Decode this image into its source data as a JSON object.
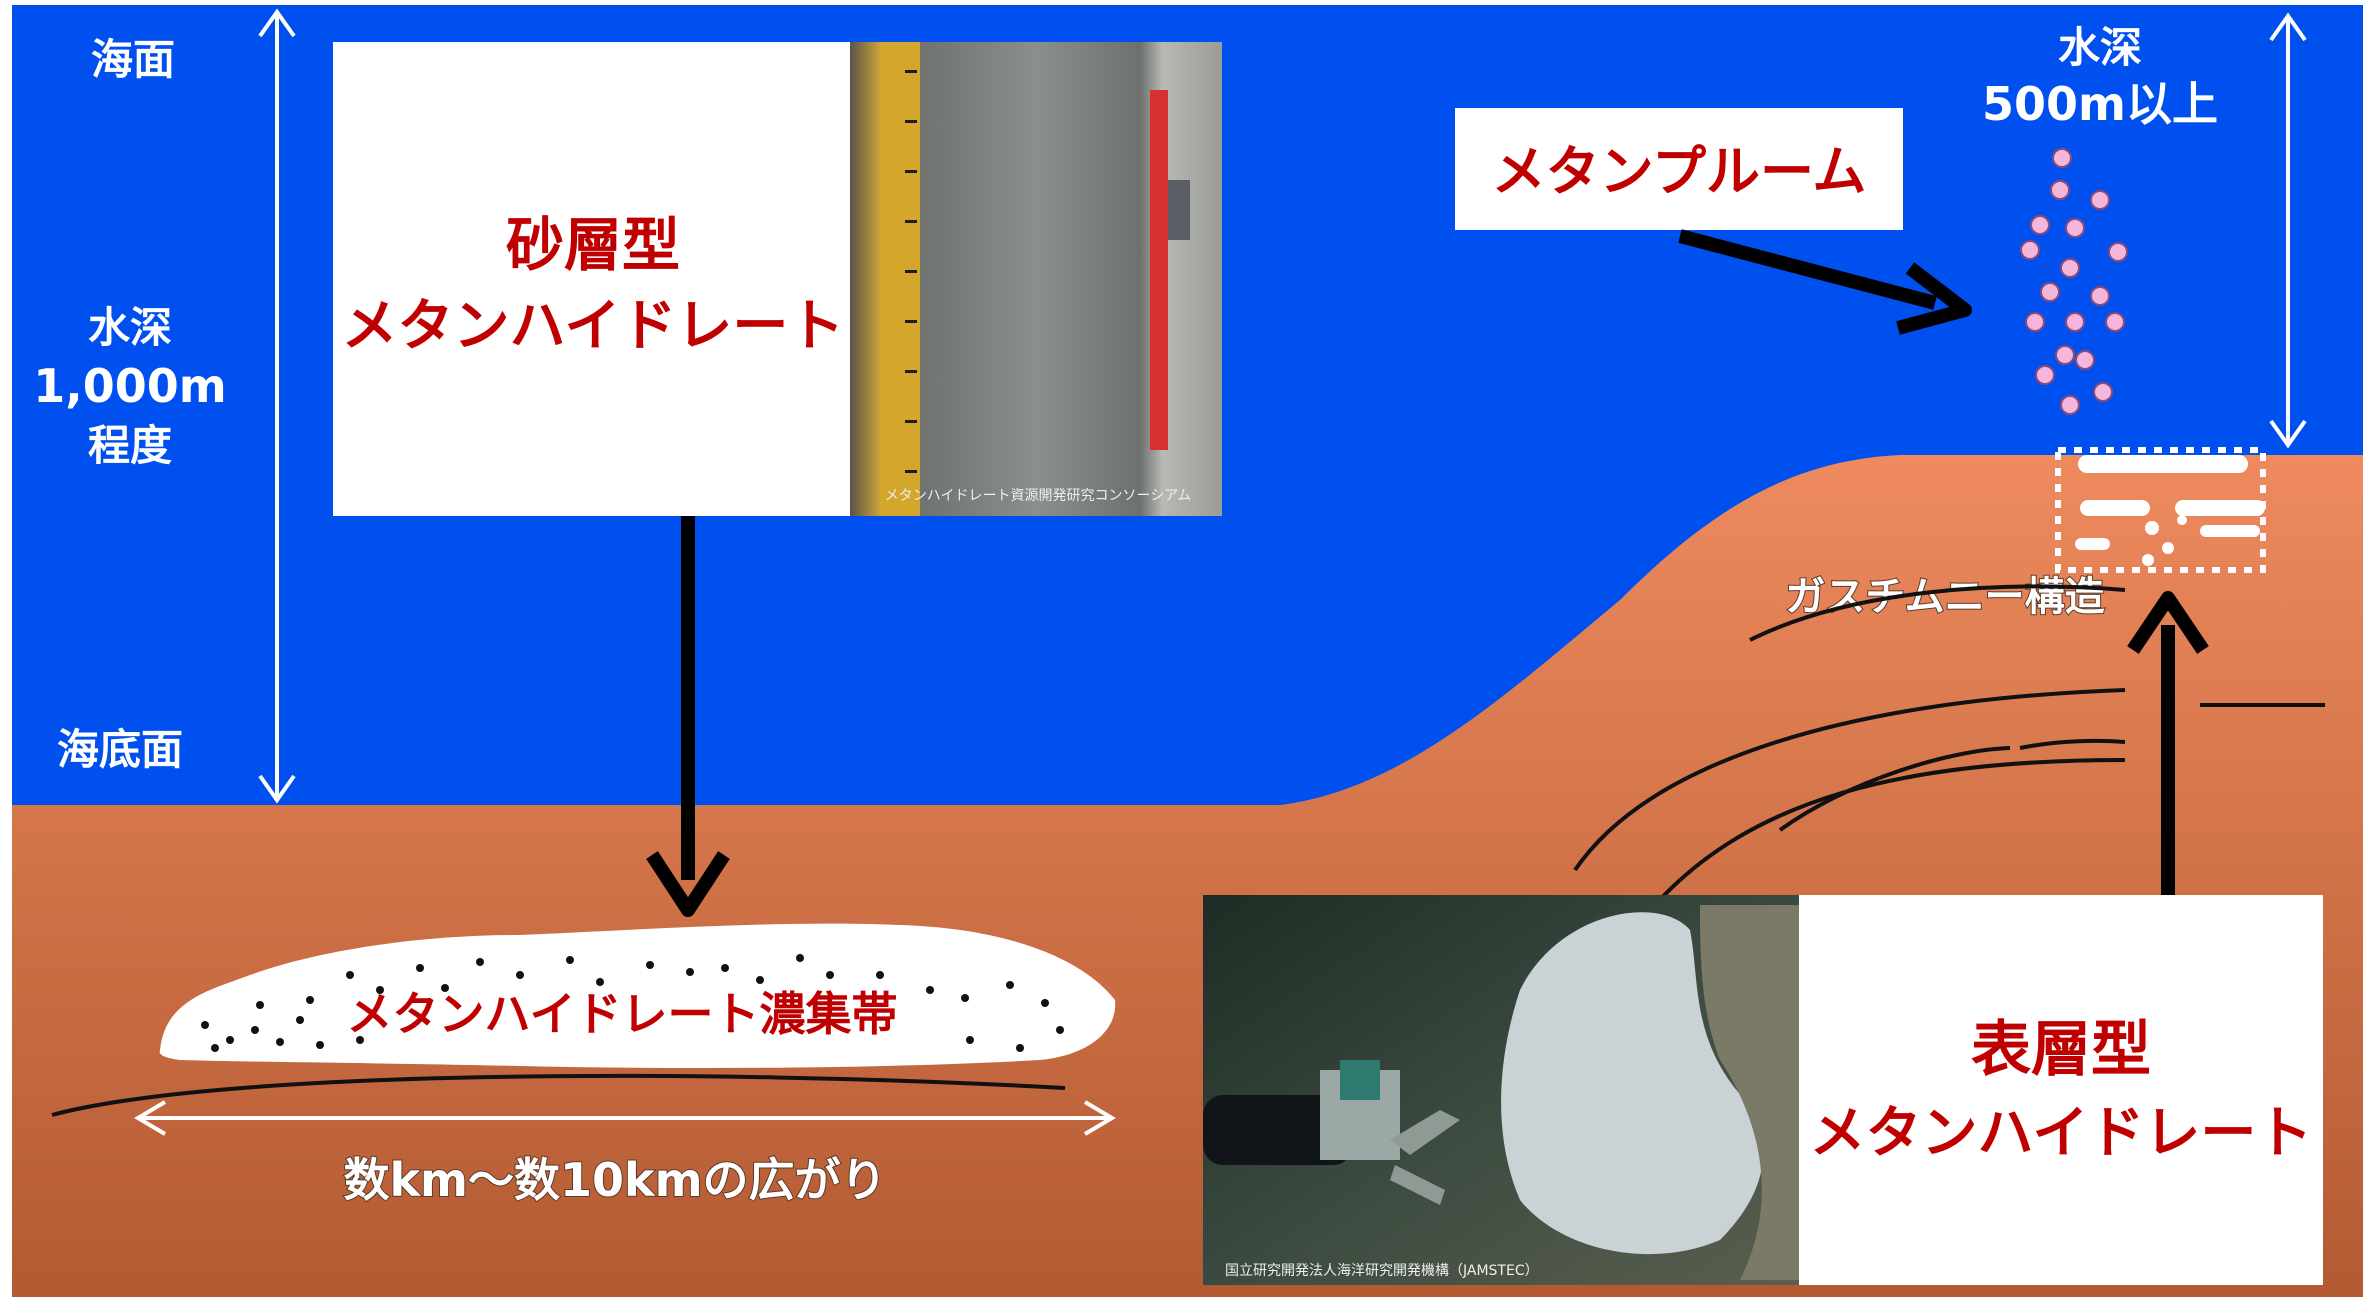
{
  "labels": {
    "sea_surface": "海面",
    "depth_left_line1": "水深",
    "depth_left_line2": "1,000m",
    "depth_left_line3": "程度",
    "seafloor": "海底面",
    "depth_right_line1": "水深",
    "depth_right_line2": "500m以上",
    "gas_chimney": "ガスチムニー構造",
    "extent": "数km～数10kmの広がり",
    "concentration_zone": "メタンハイドレート濃集帯"
  },
  "boxes": {
    "sand_type_line1": "砂層型",
    "sand_type_line2": "メタンハイドレート",
    "methane_plume": "メタンプルーム",
    "surface_type_line1": "表層型",
    "surface_type_line2": "メタンハイドレート"
  },
  "credits": {
    "core_photo": "メタンハイドレート資源開発研究コンソーシアム",
    "seafloor_photo": "国立研究開発法人海洋研究開発機構（JAMSTEC）"
  },
  "colors": {
    "sea": "#0050f0",
    "sediment_top": "#e8845a",
    "sediment_bottom": "#b95f35",
    "accent_red": "#c00000",
    "bubble": "#f4b6dc"
  }
}
